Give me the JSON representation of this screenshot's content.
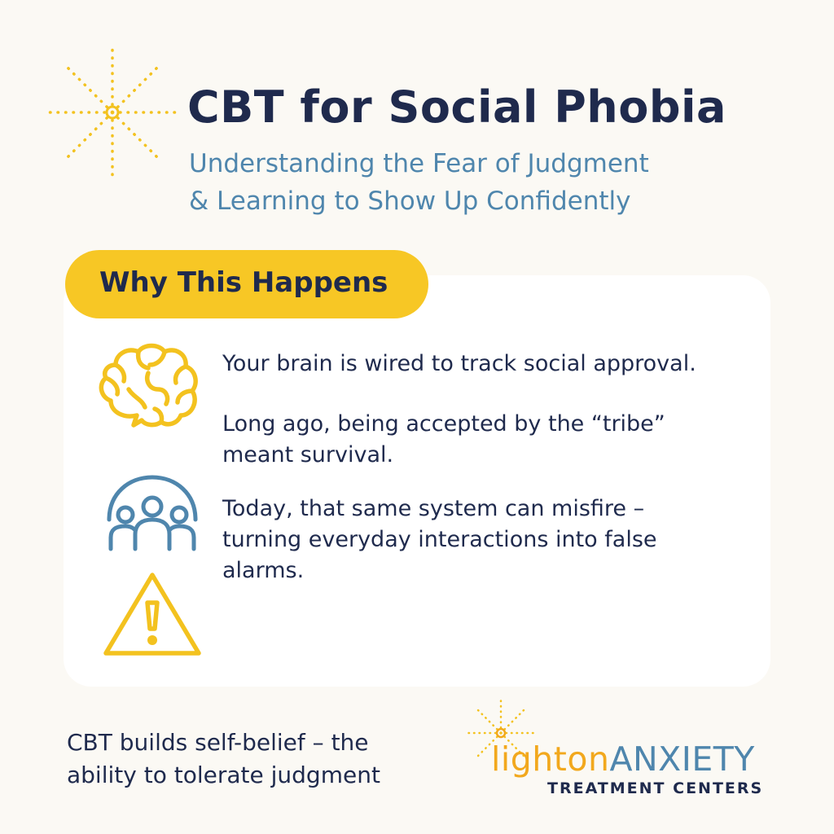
{
  "header": {
    "title": "CBT for Social Phobia",
    "subtitle_line1": "Understanding the Fear of Judgment",
    "subtitle_line2": "& Learning to Show Up Confidently"
  },
  "section": {
    "label": "Why This Happens",
    "paragraphs": [
      "Your brain is wired to track social approval.",
      "Long ago, being accepted by the “tribe” meant survival.",
      "Today, that same system can misfire – turning everyday interactions into false alarms."
    ],
    "icons": [
      "brain-icon",
      "group-icon",
      "warning-icon"
    ]
  },
  "footer": {
    "line1": "CBT builds self-belief – the",
    "line2": "ability to tolerate judgment"
  },
  "logo": {
    "part1": "lighton",
    "part2": "ANXIETY",
    "sub": "TREATMENT CENTERS"
  },
  "colors": {
    "navy": "#1f2a4d",
    "blue": "#4f86ad",
    "yellow": "#f7c725",
    "orange": "#f2a81d",
    "background": "#fbf9f4"
  }
}
